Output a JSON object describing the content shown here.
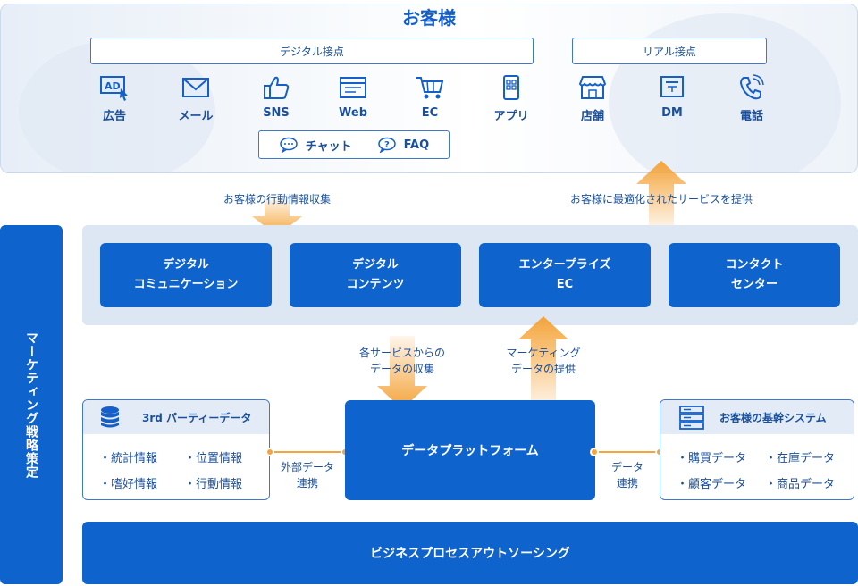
{
  "customer": {
    "title": "お客様",
    "digital_label": "デジタル接点",
    "real_label": "リアル接点",
    "digital_channels": [
      {
        "label": "広告",
        "icon": "ad-icon"
      },
      {
        "label": "メール",
        "icon": "mail-icon"
      },
      {
        "label": "SNS",
        "icon": "thumbs-up-icon"
      },
      {
        "label": "Web",
        "icon": "browser-icon"
      },
      {
        "label": "EC",
        "icon": "cart-icon"
      },
      {
        "label": "アプリ",
        "icon": "smartphone-app-icon"
      }
    ],
    "real_channels": [
      {
        "label": "店舗",
        "icon": "store-icon"
      },
      {
        "label": "DM",
        "icon": "direct-mail-icon"
      },
      {
        "label": "電話",
        "icon": "phone-icon"
      }
    ],
    "chat_label": "チャット",
    "faq_label": "FAQ"
  },
  "arrows": {
    "collect": "お客様の行動情報収集",
    "provide": "お客様に最適化されたサービスを提供",
    "data_collect": [
      "各サービスからの",
      "データの収集"
    ],
    "data_provide": [
      "マーケティング",
      "データの提供"
    ]
  },
  "strategy_label": "マーケティング戦略策定",
  "services": [
    [
      "デジタル",
      "コミュニケーション"
    ],
    [
      "デジタル",
      "コンテンツ"
    ],
    [
      "エンタープライズ",
      "EC"
    ],
    [
      "コンタクト",
      "センター"
    ]
  ],
  "third_party": {
    "title": "3rd パーティーデータ",
    "items": [
      "・統計情報",
      "・位置情報",
      "・嗜好情報",
      "・行動情報"
    ]
  },
  "external_link": [
    "外部データ",
    "連携"
  ],
  "platform_label": "データプラットフォーム",
  "data_link": [
    "データ",
    "連携"
  ],
  "core_system": {
    "title": "お客様の基幹システム",
    "items": [
      "・購買データ",
      "・在庫データ",
      "・顧客データ",
      "・商品データ"
    ]
  },
  "bpo_label": "ビジネスプロセスアウトソーシング",
  "colors": {
    "primary": "#0e63cc",
    "accent": "#f4a43a",
    "panel": "#dde7f3",
    "text": "#1a4f9a"
  }
}
